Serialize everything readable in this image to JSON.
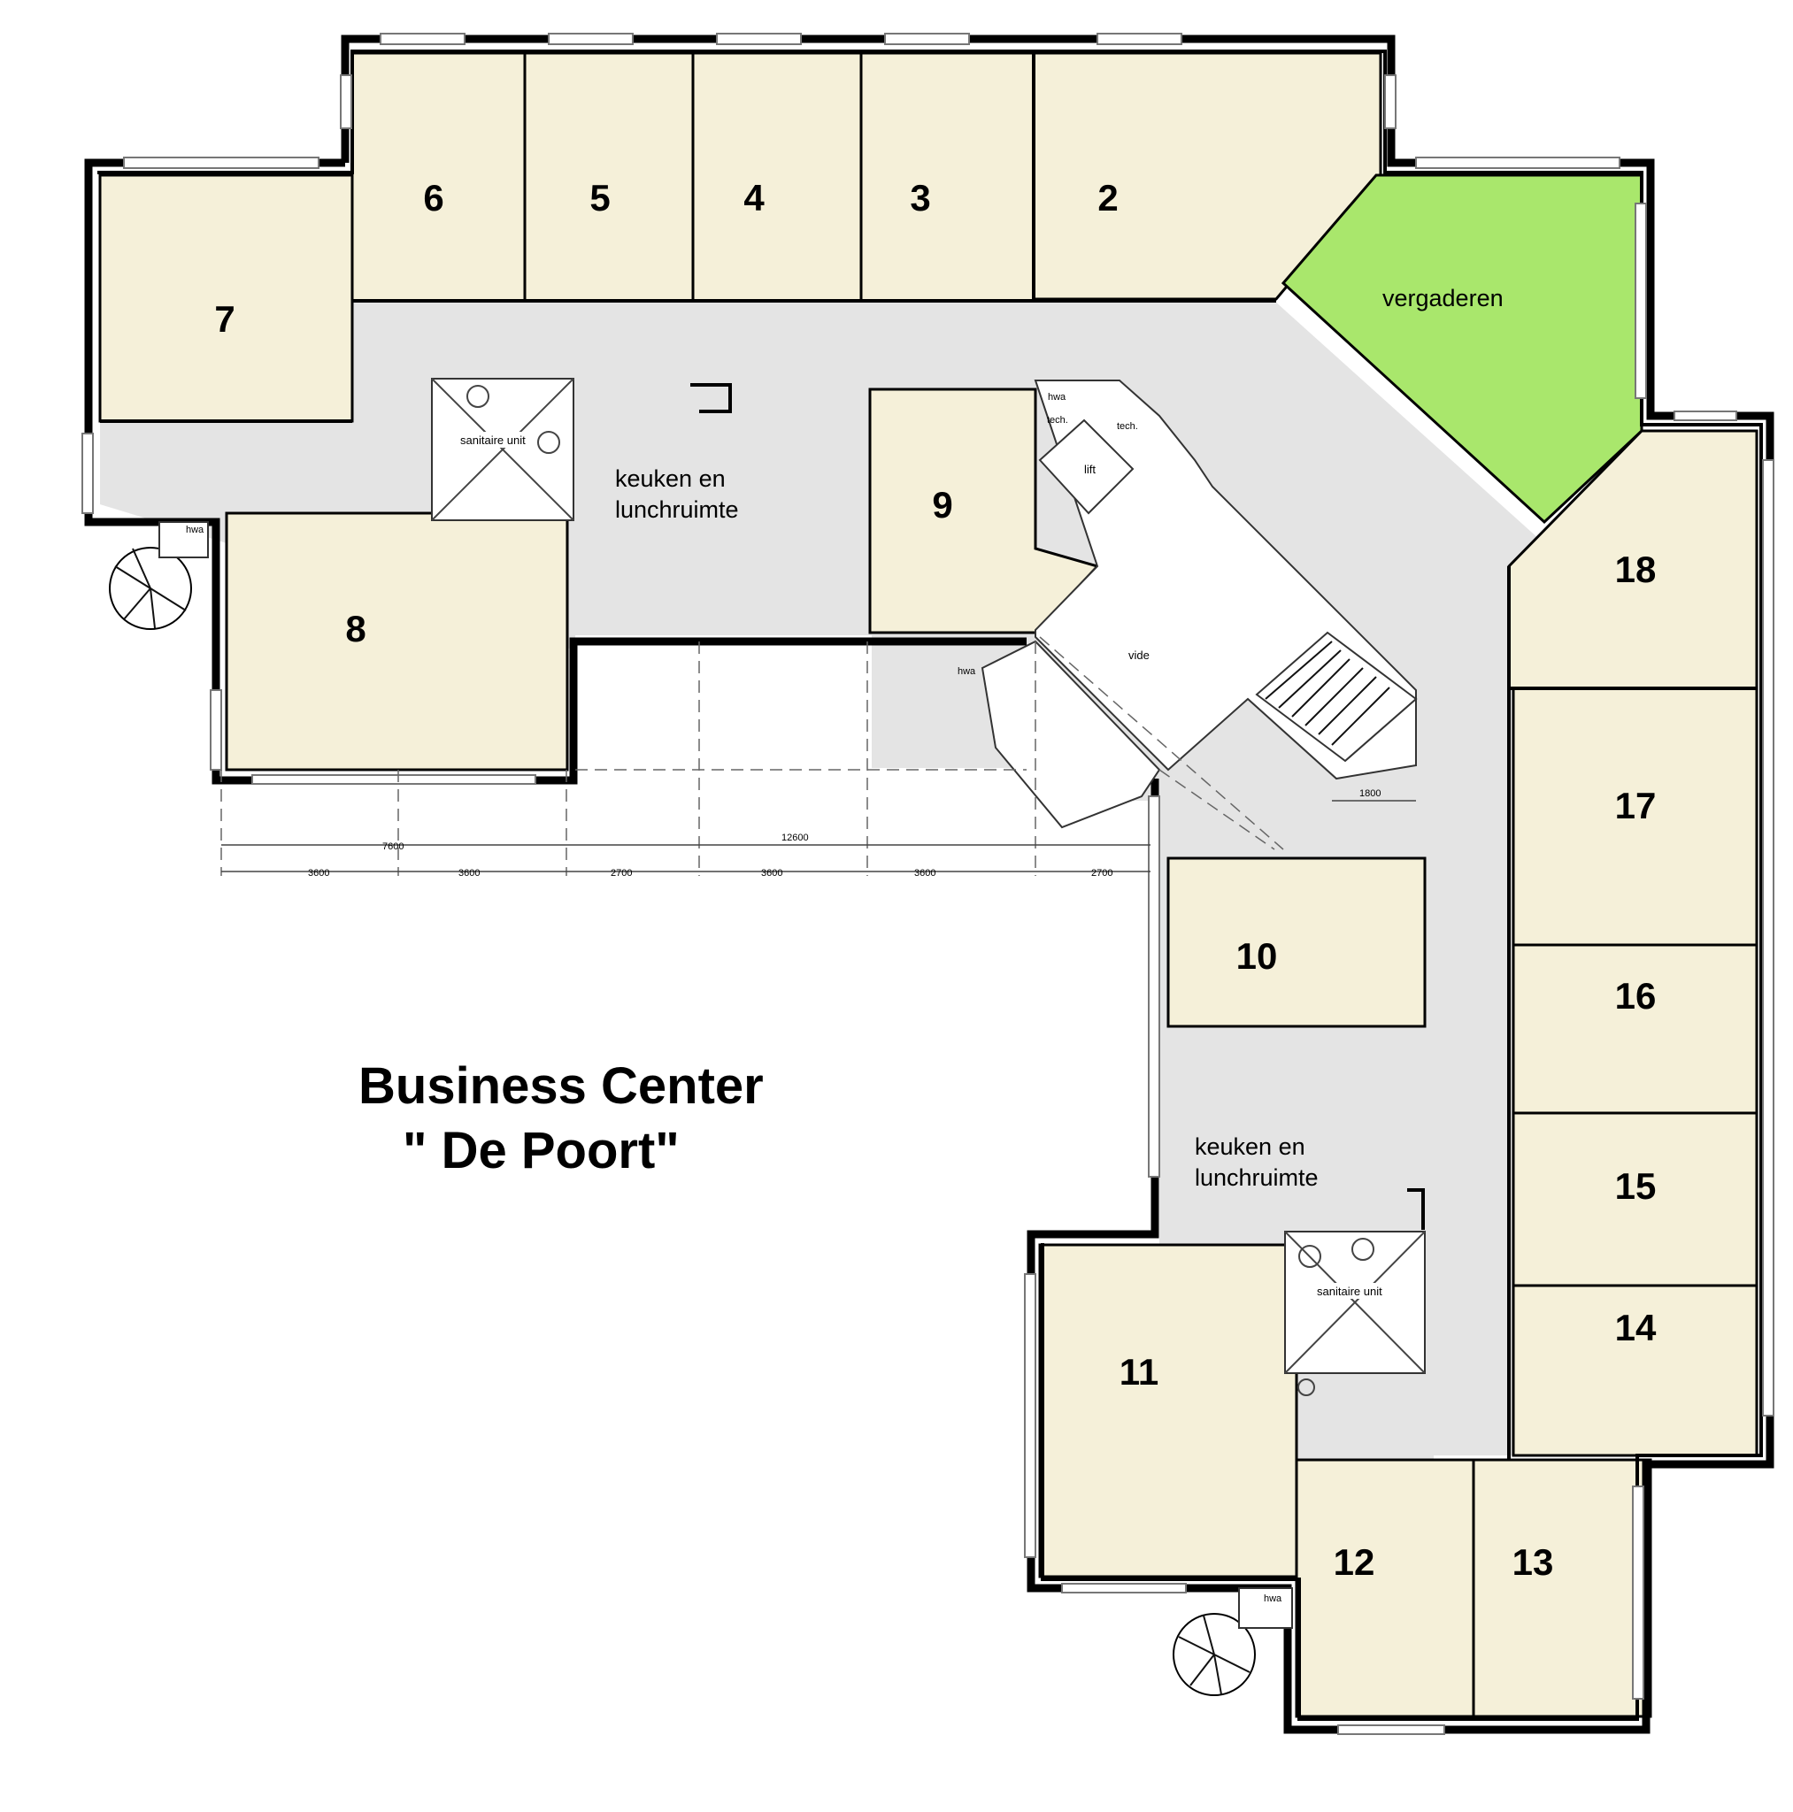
{
  "title": {
    "line1": "Business Center",
    "line2": "\" De Poort\""
  },
  "rooms": {
    "r2": "2",
    "r3": "3",
    "r4": "4",
    "r5": "5",
    "r6": "6",
    "r7": "7",
    "r8": "8",
    "r9": "9",
    "r10": "10",
    "r11": "11",
    "r12": "12",
    "r13": "13",
    "r14": "14",
    "r15": "15",
    "r16": "16",
    "r17": "17",
    "r18": "18"
  },
  "meeting_room": "vergaderen",
  "kitchen": {
    "top_line1": "keuken en",
    "top_line2": "lunchruimte",
    "bottom_line1": "keuken en",
    "bottom_line2": "lunchruimte"
  },
  "sanitary": {
    "top": "sanitaire unit",
    "bottom": "sanitaire unit"
  },
  "core": {
    "lift": "lift",
    "vide": "vide",
    "tech_a": "tech.",
    "tech_b": "tech.",
    "hwa_core": "hwa",
    "hwa_stair": "hwa"
  },
  "hwa": {
    "left": "hwa",
    "bottom": "hwa"
  },
  "dimensions": {
    "total_top": "7600",
    "total_mid": "12600",
    "d1": "3600",
    "d2": "3600",
    "d3": "2700",
    "d4": "3600",
    "d5": "3600",
    "d6": "2700",
    "corridor": "1800"
  },
  "colors": {
    "office": "#f5f0d9",
    "meeting": "#a9e76c",
    "corridor": "#e4e4e4"
  }
}
